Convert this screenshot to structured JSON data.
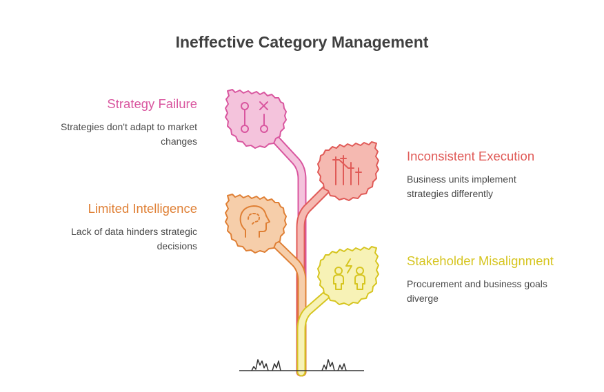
{
  "title": "Ineffective Category Management",
  "items": [
    {
      "label": "Strategy Failure",
      "description_lines": [
        "Strategies don't adapt to market",
        "changes"
      ],
      "color": "#d9569f",
      "fill": "#f4c3dc",
      "icon": "strategy-board-icon"
    },
    {
      "label": "Inconsistent Execution",
      "description_lines": [
        "Business units implement",
        "strategies differently"
      ],
      "color": "#e05a57",
      "fill": "#f5b9b1",
      "icon": "bar-chart-icon"
    },
    {
      "label": "Limited Intelligence",
      "description_lines": [
        "Lack of data hinders strategic",
        "decisions"
      ],
      "color": "#df7f34",
      "fill": "#f6ceaa",
      "icon": "head-brain-icon"
    },
    {
      "label": "Stakeholder Misalignment",
      "description_lines": [
        "Procurement and business goals",
        "diverge"
      ],
      "color": "#d6c520",
      "fill": "#f7f2b6",
      "icon": "people-conflict-icon"
    }
  ]
}
